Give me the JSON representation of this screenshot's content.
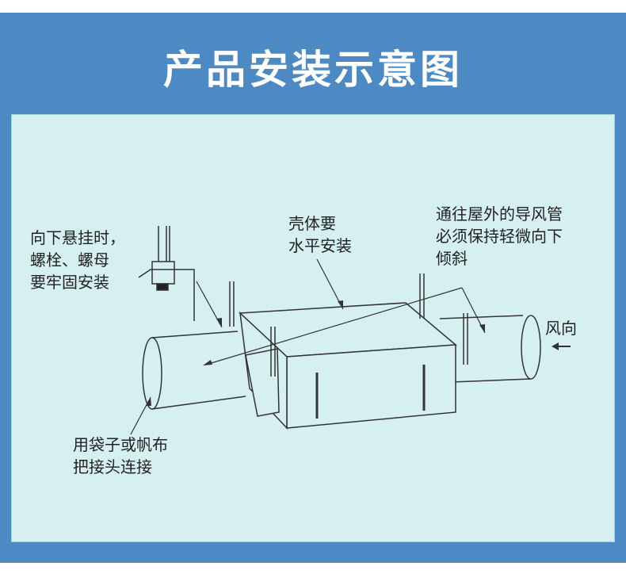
{
  "title": "产品安装示意图",
  "labels": {
    "bolts": [
      "向下悬挂时，",
      "螺栓、螺母",
      "要牢固安装"
    ],
    "housing": [
      "壳体要",
      "水平安装"
    ],
    "outdoor_duct": [
      "通往屋外的导风管",
      "必须保持轻微向下",
      "倾斜"
    ],
    "wind_direction": "风向",
    "connector": [
      "用袋子或帆布",
      "把接头连接"
    ]
  }
}
